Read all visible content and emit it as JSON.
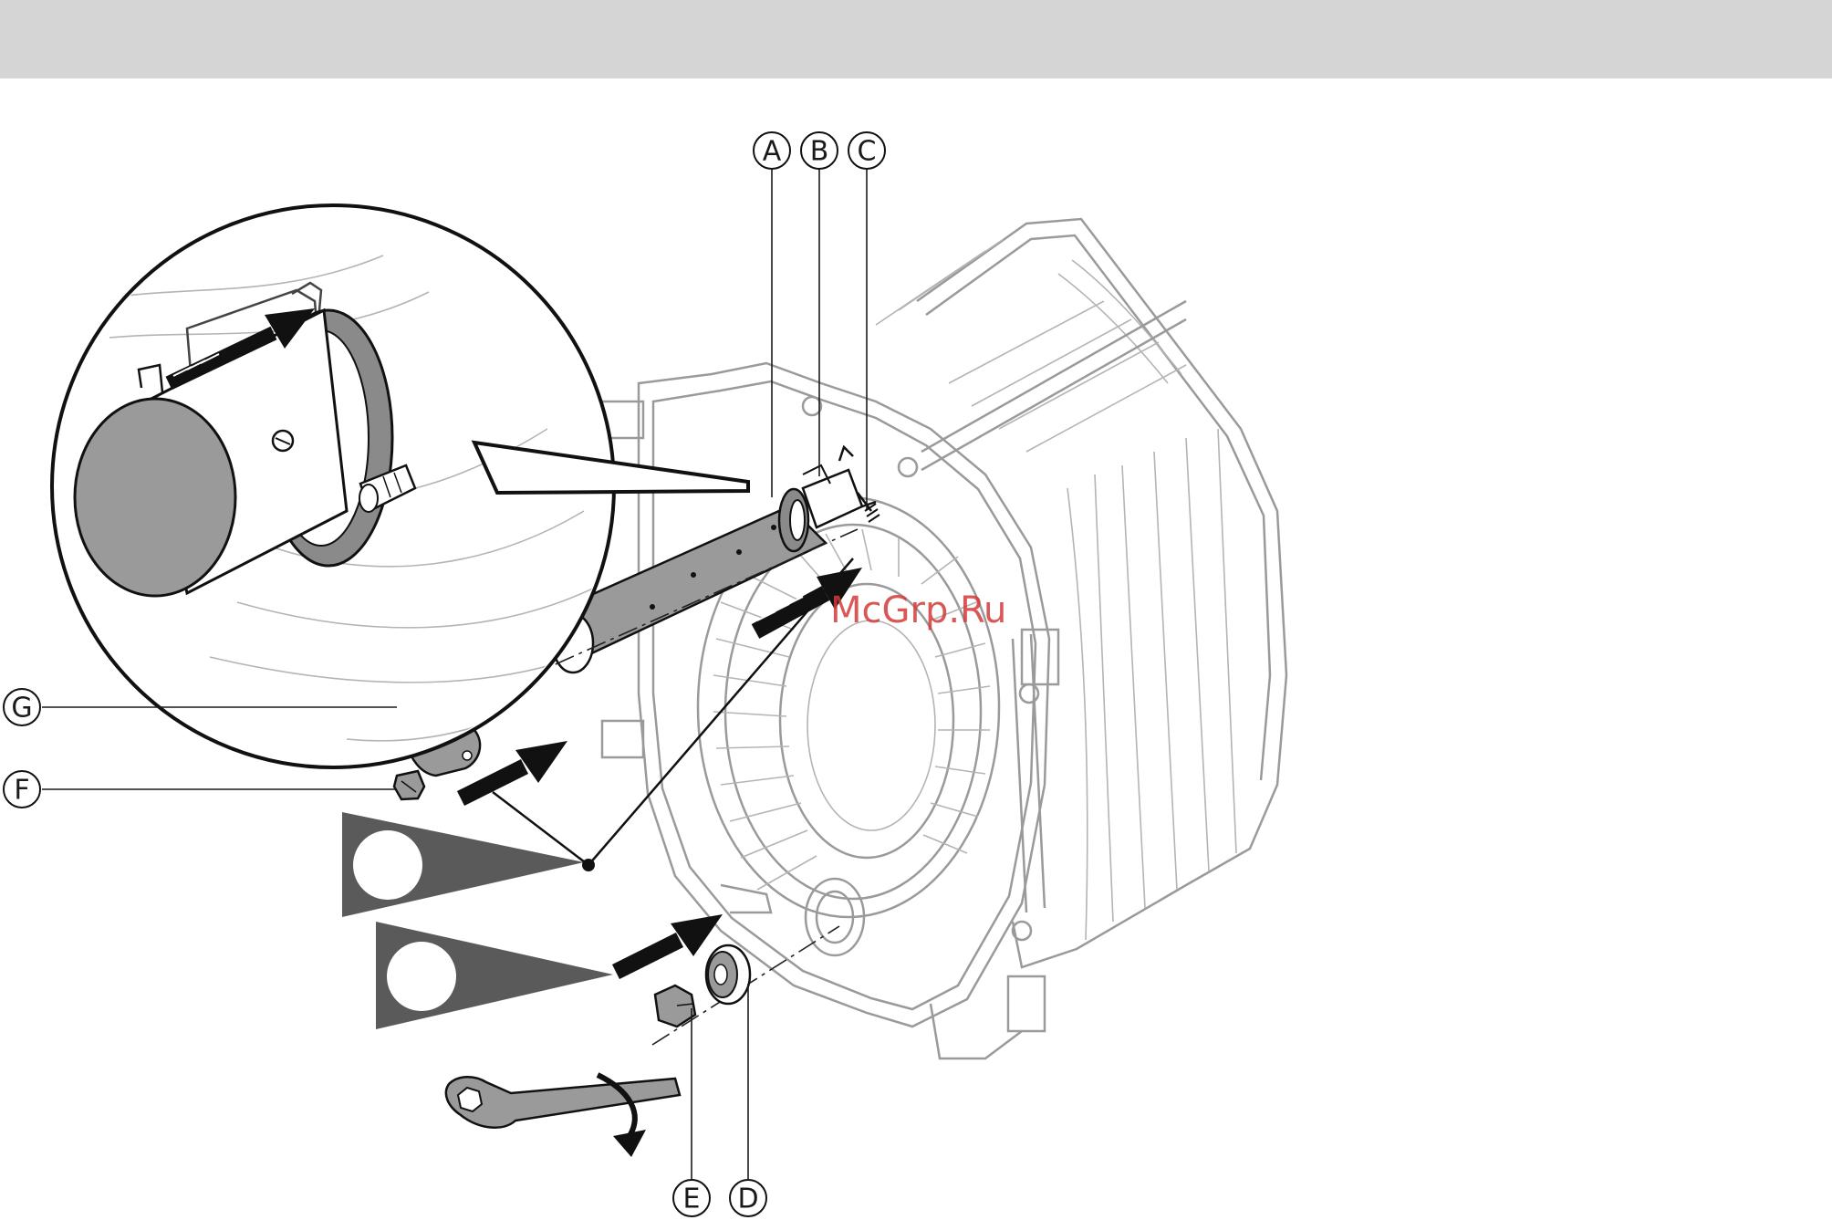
{
  "callouts": {
    "A": "A",
    "B": "B",
    "C": "C",
    "D": "D",
    "E": "E",
    "F": "F",
    "G": "G"
  },
  "watermark": "McGrp.Ru",
  "colors": {
    "header_band": "#d5d5d5",
    "drawing_gray": "#9a9a9a",
    "step_marker": "#5a5a5a",
    "ink": "#111111",
    "watermark": "#d23a3a"
  },
  "icons": [
    "step-marker-icon",
    "step-marker-icon",
    "push-arrow-icon",
    "rotate-arrow-icon",
    "wrench-icon"
  ]
}
